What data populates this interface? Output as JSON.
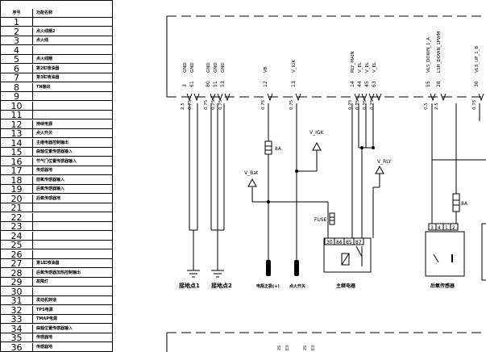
{
  "table": {
    "header": {
      "num": "序号",
      "fn": "功能名称"
    },
    "rows": [
      {
        "num": "1",
        "fn": ""
      },
      {
        "num": "2",
        "fn": "点火线圈2"
      },
      {
        "num": "3",
        "fn": "点火线"
      },
      {
        "num": "4",
        "fn": ""
      },
      {
        "num": "5",
        "fn": "点火线圈"
      },
      {
        "num": "6",
        "fn": "第2缸喷油器"
      },
      {
        "num": "7",
        "fn": "第3缸喷油器"
      },
      {
        "num": "8",
        "fn": "TN输出"
      },
      {
        "num": "9",
        "fn": ""
      },
      {
        "num": "10",
        "fn": ""
      },
      {
        "num": "11",
        "fn": ""
      },
      {
        "num": "12",
        "fn": "持续电源"
      },
      {
        "num": "13",
        "fn": "点火开关"
      },
      {
        "num": "14",
        "fn": "主继电器控制输出"
      },
      {
        "num": "15",
        "fn": "曲轴位置传感器输入"
      },
      {
        "num": "16",
        "fn": "节气门位置传感器输入"
      },
      {
        "num": "17",
        "fn": "传感器地"
      },
      {
        "num": "18",
        "fn": "前氧传感器输入"
      },
      {
        "num": "19",
        "fn": "后氧传感器输入"
      },
      {
        "num": "20",
        "fn": "后氧传感器地"
      },
      {
        "num": "21",
        "fn": ""
      },
      {
        "num": "22",
        "fn": ""
      },
      {
        "num": "23",
        "fn": ""
      },
      {
        "num": "24",
        "fn": ""
      },
      {
        "num": "25",
        "fn": ""
      },
      {
        "num": "26",
        "fn": ""
      },
      {
        "num": "27",
        "fn": "第1缸喷油器"
      },
      {
        "num": "28",
        "fn": "后氧传感器加热控制输出"
      },
      {
        "num": "29",
        "fn": "故障灯"
      },
      {
        "num": "30",
        "fn": ""
      },
      {
        "num": "31",
        "fn": "发动机转速"
      },
      {
        "num": "32",
        "fn": "TPS电源"
      },
      {
        "num": "33",
        "fn": "TMAP电源"
      },
      {
        "num": "34",
        "fn": "曲轴位置传感器输入"
      },
      {
        "num": "35",
        "fn": "传感器地"
      },
      {
        "num": "36",
        "fn": "传感器地"
      }
    ]
  },
  "diagram": {
    "signal_labels": [
      "GND",
      "GND",
      "GND",
      "GND",
      "GND",
      "VB",
      "V_IGK",
      "RLY_MAIN",
      "V_EL",
      "V_EL",
      "V_EL",
      "VLS_DOWN_1_A",
      "LSH_DOWN_1PWM",
      "VLS_UP_1_B"
    ],
    "pin_numbers": [
      "3",
      "61",
      "80",
      "51",
      "53",
      "12",
      "13",
      "14",
      "44",
      "45",
      "63",
      "55",
      "28",
      "36"
    ],
    "wire_gauges": [
      "2.5",
      "0.75",
      "0.75",
      "0.75",
      "0.75",
      "0.75",
      "0.75",
      "0.75",
      "0.75",
      "0.75",
      "0.75",
      "0.5",
      "2.5",
      "0.75"
    ],
    "fuse_8a_label": "8A",
    "fuse_8a_right_label": "8A",
    "fuse_label": "FUSE",
    "vigk_label": "V_IGK",
    "vbat_label": "V_Bat",
    "vrly_label": "V_RLY",
    "relay_pins": [
      "30",
      "86",
      "85",
      "87"
    ],
    "sensor_pins": [
      "3",
      "4",
      "1",
      "2"
    ],
    "bottom_labels": {
      "ground1": "接地点1",
      "ground2": "接地点2",
      "battery": "电瓶正极(+)",
      "ignition": "点火开关",
      "main_relay": "主继电器",
      "rear_o2": "后氧传感器"
    },
    "lower_pin_labels": [
      "2S",
      "E3",
      "2S",
      "E3"
    ]
  }
}
